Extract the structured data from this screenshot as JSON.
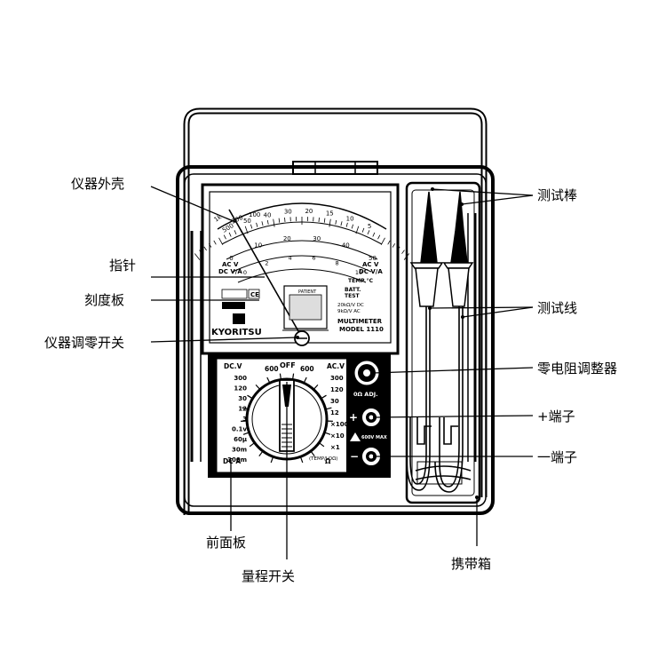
{
  "callouts": {
    "case": "仪器外壳",
    "pointer": "指针",
    "scale_plate": "刻度板",
    "zero_adjust": "仪器调零开关",
    "front_panel": "前面板",
    "range_switch": "量程开关",
    "test_probe": "测试棒",
    "test_lead": "测试线",
    "zero_ohm_adjuster": "零电阻调整器",
    "plus_terminal": "+端子",
    "minus_terminal": "一端子",
    "carrying_case": "携带箱"
  },
  "meter": {
    "brand": "KYORITSU",
    "model_title": "MULTIMETER",
    "model_number": "MODEL 1110",
    "scale_top": [
      "50",
      "40",
      "30",
      "20",
      "15",
      "10",
      "5"
    ],
    "scale_mid": [
      "0",
      "10",
      "20",
      "30",
      "40",
      "50"
    ],
    "scale_low": [
      "0",
      "2",
      "4",
      "6",
      "8",
      "10"
    ],
    "scale_corner_left": "1k",
    "scale_corner_left2": "500",
    "scale_corner_left3": "200",
    "scale_corner_left4": "100",
    "left_label_1": "AC V",
    "left_label_2": "DC V/A",
    "right_label_1": "AC V",
    "right_label_2": "DC V/A",
    "temp_label": "TEMP °C",
    "batt_label": "BATT.",
    "test_label": "TEST",
    "mirror_label": "PATIENT",
    "spec_label_1": "20kΩ/V DC",
    "spec_label_2": "9kΩ/V AC",
    "panel": {
      "dcv": "DC.V",
      "acv": "AC.V",
      "off": "OFF",
      "left_ranges": [
        "300",
        "120",
        "30",
        "12",
        "3",
        "0.1v",
        "60μ",
        "30m",
        "300m"
      ],
      "top_ranges": [
        "600",
        "600"
      ],
      "right_ranges": [
        "300",
        "120",
        "30",
        "12",
        "×100",
        "×10",
        "×1"
      ],
      "dca": "DC A",
      "ohm": "Ω",
      "oadj": "0Ω ADJ.",
      "plus": "+",
      "minus": "−",
      "max_label": "600V MAX",
      "ohm_sub": "(TEMP/LOΩ)"
    }
  }
}
